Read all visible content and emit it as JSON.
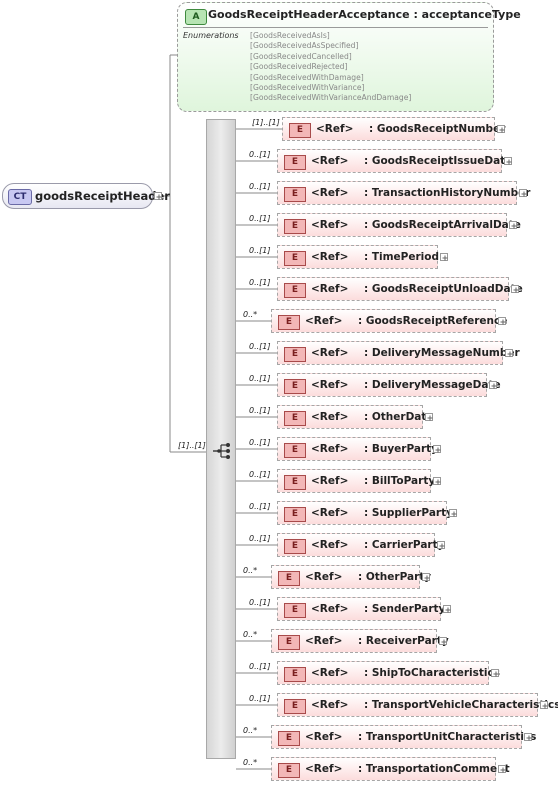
{
  "complex_type": {
    "badge": "CT",
    "name": "goodsReceiptHeader"
  },
  "attribute": {
    "badge": "A",
    "name": "GoodsReceiptHeaderAcceptance",
    "type": ": acceptanceType",
    "enumerations_label": "Enumerations",
    "enumerations": [
      "[GoodsReceivedAsIs]",
      "[GoodsReceivedAsSpecified]",
      "[GoodsReceivedCancelled]",
      "[GoodsReceivedRejected]",
      "[GoodsReceivedWithDamage]",
      "[GoodsReceivedWithVariance]",
      "[GoodsReceivedWithVarianceAndDamage]"
    ]
  },
  "sequence": {
    "cardinality": "[1]..[1]"
  },
  "elements": [
    {
      "card": "[1]..[1]",
      "badge": "E",
      "ref": "<Ref>",
      "name": ": GoodsReceiptNumber"
    },
    {
      "card": "0..[1]",
      "badge": "E",
      "ref": "<Ref>",
      "name": ": GoodsReceiptIssueDate"
    },
    {
      "card": "0..[1]",
      "badge": "E",
      "ref": "<Ref>",
      "name": ": TransactionHistoryNumber"
    },
    {
      "card": "0..[1]",
      "badge": "E",
      "ref": "<Ref>",
      "name": ": GoodsReceiptArrivalDate"
    },
    {
      "card": "0..[1]",
      "badge": "E",
      "ref": "<Ref>",
      "name": ": TimePeriod"
    },
    {
      "card": "0..[1]",
      "badge": "E",
      "ref": "<Ref>",
      "name": ": GoodsReceiptUnloadDate"
    },
    {
      "card": "0..*",
      "badge": "E",
      "ref": "<Ref>",
      "name": ": GoodsReceiptReference"
    },
    {
      "card": "0..[1]",
      "badge": "E",
      "ref": "<Ref>",
      "name": ": DeliveryMessageNumber"
    },
    {
      "card": "0..[1]",
      "badge": "E",
      "ref": "<Ref>",
      "name": ": DeliveryMessageDate"
    },
    {
      "card": "0..[1]",
      "badge": "E",
      "ref": "<Ref>",
      "name": ": OtherDate"
    },
    {
      "card": "0..[1]",
      "badge": "E",
      "ref": "<Ref>",
      "name": ": BuyerParty"
    },
    {
      "card": "0..[1]",
      "badge": "E",
      "ref": "<Ref>",
      "name": ": BillToParty"
    },
    {
      "card": "0..[1]",
      "badge": "E",
      "ref": "<Ref>",
      "name": ": SupplierParty"
    },
    {
      "card": "0..[1]",
      "badge": "E",
      "ref": "<Ref>",
      "name": ": CarrierParty"
    },
    {
      "card": "0..*",
      "badge": "E",
      "ref": "<Ref>",
      "name": ": OtherParty"
    },
    {
      "card": "0..[1]",
      "badge": "E",
      "ref": "<Ref>",
      "name": ": SenderParty"
    },
    {
      "card": "0..*",
      "badge": "E",
      "ref": "<Ref>",
      "name": ": ReceiverParty"
    },
    {
      "card": "0..[1]",
      "badge": "E",
      "ref": "<Ref>",
      "name": ": ShipToCharacteristics"
    },
    {
      "card": "0..[1]",
      "badge": "E",
      "ref": "<Ref>",
      "name": ": TransportVehicleCharacteristics"
    },
    {
      "card": "0..*",
      "badge": "E",
      "ref": "<Ref>",
      "name": ": TransportUnitCharacteristics"
    },
    {
      "card": "0..*",
      "badge": "E",
      "ref": "<Ref>",
      "name": ": TransportationComment"
    }
  ]
}
